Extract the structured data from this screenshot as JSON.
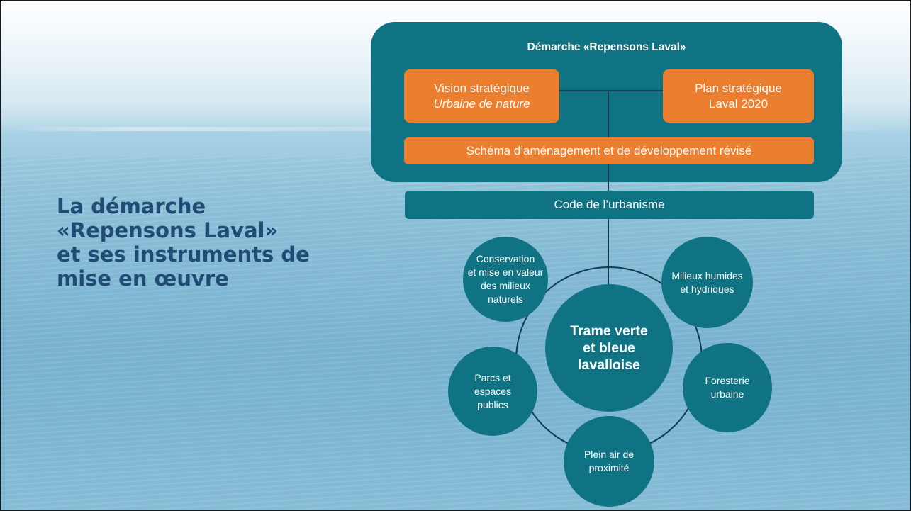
{
  "title": {
    "lines": [
      "La démarche",
      "«Repensons Laval»",
      "et ses instruments de",
      "mise en œuvre"
    ]
  },
  "panel": {
    "title": "Démarche «Repensons Laval»",
    "vision": {
      "line1": "Vision stratégique",
      "line2": "Urbaine de nature"
    },
    "plan": {
      "line1": "Plan stratégique",
      "line2": "Laval 2020"
    },
    "schema": "Schéma d’aménagement et de développement révisé"
  },
  "code_bar": "Code de l’urbanisme",
  "hub": "Trame verte\net bleue\nlavalloise",
  "satellites": {
    "conservation": "Conservation\net mise en valeur\ndes milieux\nnaturels",
    "milieux": "Milieux humides\net hydriques",
    "parcs": "Parcs et\nespaces\npublics",
    "foresterie": "Foresterie\nurbaine",
    "pleinair": "Plein air de\nproximité"
  },
  "colors": {
    "teal": "#0f7384",
    "orange": "#ec7e30",
    "title_blue": "#1f4b74",
    "connector": "#0d3b4f"
  }
}
